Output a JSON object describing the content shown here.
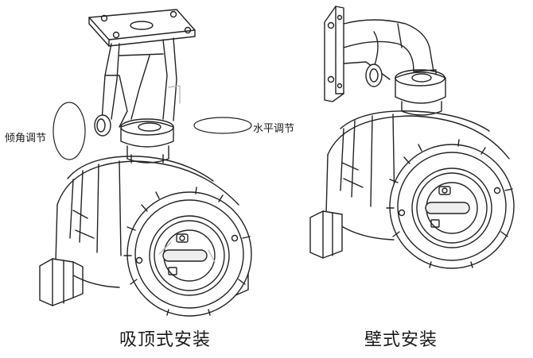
{
  "labels": {
    "tilt_adjust": "倾角调节",
    "horizontal_adjust": "水平调节",
    "ceiling_mount": "吸顶式安装",
    "wall_mount": "壁式安装"
  },
  "colors": {
    "line": "#222222",
    "shade": "#bdbdbd",
    "background": "#ffffff"
  }
}
